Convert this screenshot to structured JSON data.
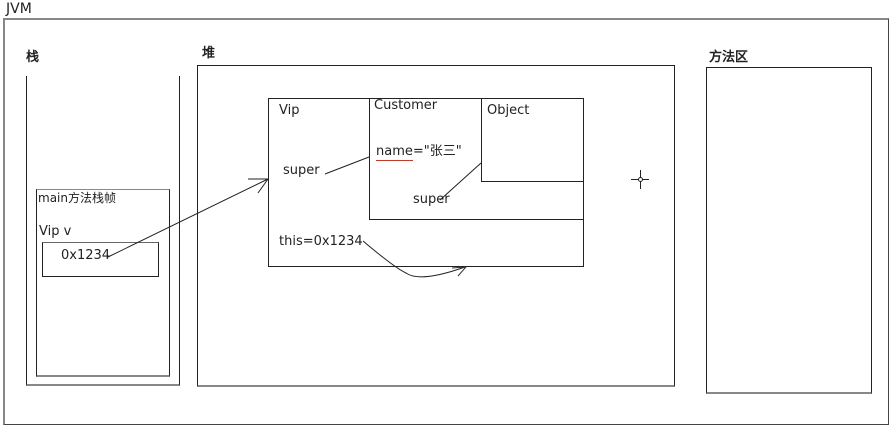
{
  "jvm": {
    "title": "JVM"
  },
  "stack": {
    "title": "栈",
    "frame": {
      "title": "main方法栈帧",
      "var_label": "Vip v",
      "var_value": "0x1234"
    }
  },
  "heap": {
    "title": "堆",
    "vip": {
      "title": "Vip",
      "super_label": "super",
      "this_label": "this=0x1234"
    },
    "customer": {
      "title": "Customer",
      "field_name": "name",
      "field_value": "=\"张三\"",
      "super_label": "super"
    },
    "object": {
      "title": "Object"
    }
  },
  "method_area": {
    "title": "方法区"
  },
  "colors": {
    "line": "#222222",
    "underline": "#c0392b",
    "shadow": "#9a9a9a"
  }
}
